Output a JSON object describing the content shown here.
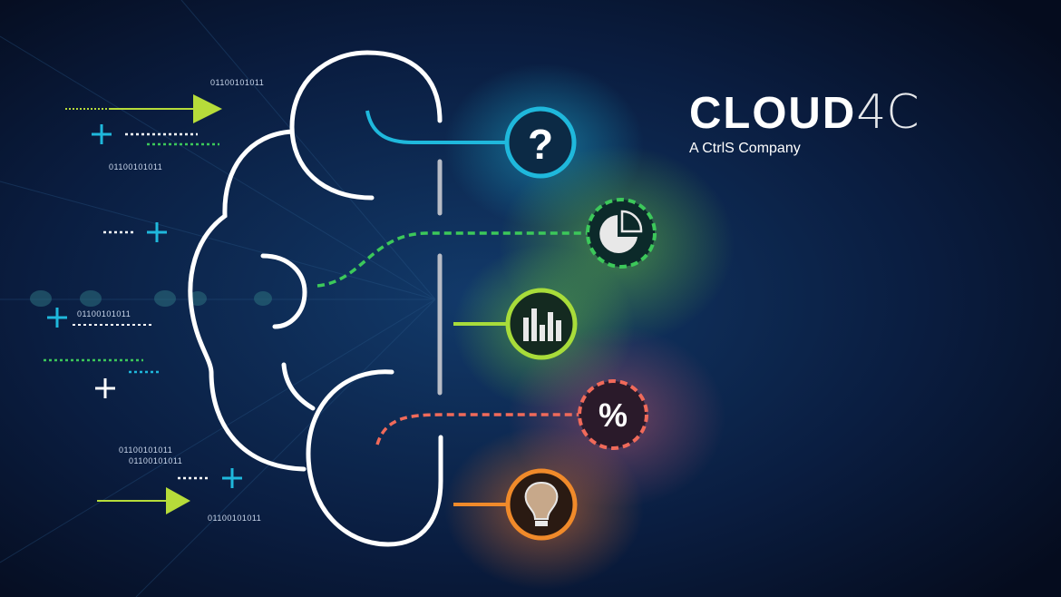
{
  "brand": {
    "name": "CLOUD",
    "suffix": "4C",
    "tagline": "A CtrlS Company"
  },
  "binary_labels": [
    "01100101011",
    "01100101011",
    "01100101011",
    "01100101011",
    "01100101011",
    "01100101011"
  ],
  "icons": [
    {
      "name": "question-icon",
      "symbol": "?",
      "color": "#1fb8dc"
    },
    {
      "name": "pie-chart-icon",
      "color": "#3cc85a"
    },
    {
      "name": "bar-chart-icon",
      "color": "#a8dc3a"
    },
    {
      "name": "percent-icon",
      "symbol": "%",
      "color": "#f06a5a"
    },
    {
      "name": "lightbulb-icon",
      "color": "#f08a2a"
    }
  ]
}
